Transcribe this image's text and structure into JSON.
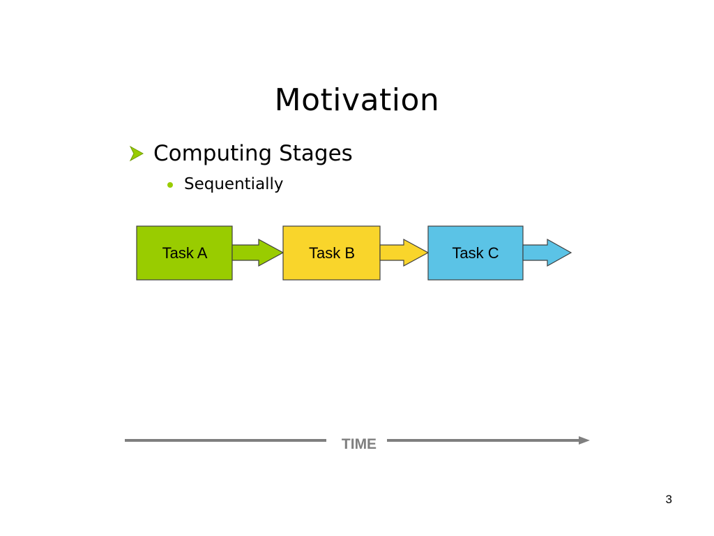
{
  "slide": {
    "title": "Motivation",
    "bullets": [
      {
        "text": "Computing Stages",
        "level": 1,
        "marker": "arrowhead-bullet-icon"
      },
      {
        "text": "Sequentially",
        "level": 2,
        "marker": "dot-bullet-icon"
      }
    ],
    "page_number": "3"
  },
  "diagram": {
    "tasks": [
      {
        "label": "Task A",
        "color": "#99cc00"
      },
      {
        "label": "Task B",
        "color": "#f9d52b"
      },
      {
        "label": "Task C",
        "color": "#5bc3e6"
      }
    ],
    "arrow_fills": [
      "#99cc00",
      "#f9d52b",
      "#5bc3e6"
    ],
    "timeline": {
      "label": "TIME",
      "color": "#7f7f7f"
    }
  },
  "colors": {
    "accent_green": "#99cc00",
    "box_border": "#3f3f3f",
    "timeline_gray": "#7f7f7f"
  }
}
